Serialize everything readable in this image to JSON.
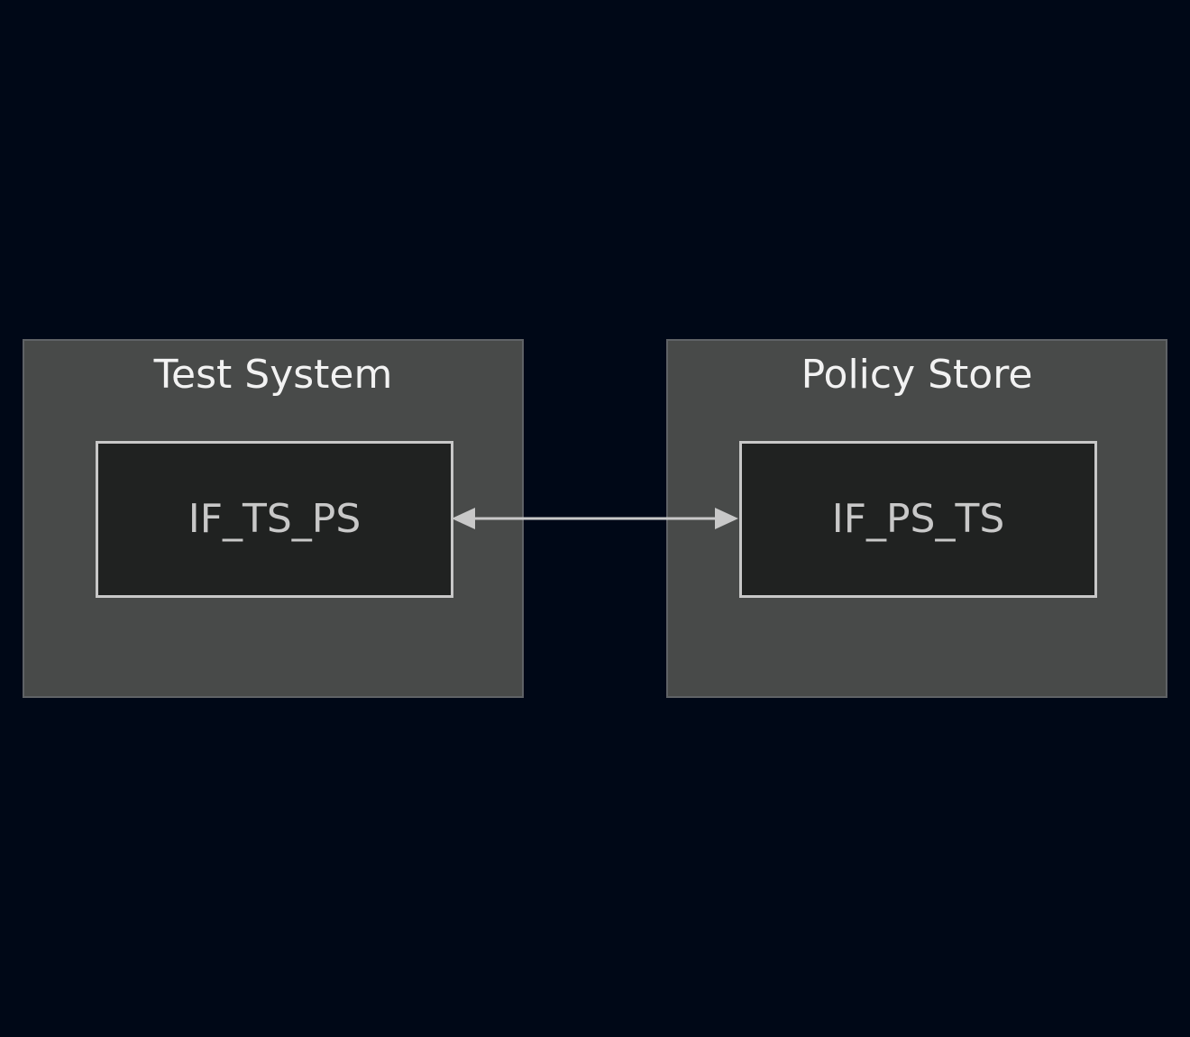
{
  "diagram": {
    "clusters": [
      {
        "title": "Test System",
        "node": {
          "label": "IF_TS_PS"
        }
      },
      {
        "title": "Policy Store",
        "node": {
          "label": "IF_PS_TS"
        }
      }
    ],
    "edges": [
      {
        "from": "IF_TS_PS",
        "to": "IF_PS_TS",
        "direction": "bidirectional"
      }
    ]
  },
  "colors": {
    "background": "#000817",
    "cluster_fill": "#484a49",
    "cluster_border": "#5f6266",
    "node_fill": "#202221",
    "node_border": "#c8c8c8",
    "edge": "#c8c8c8"
  }
}
